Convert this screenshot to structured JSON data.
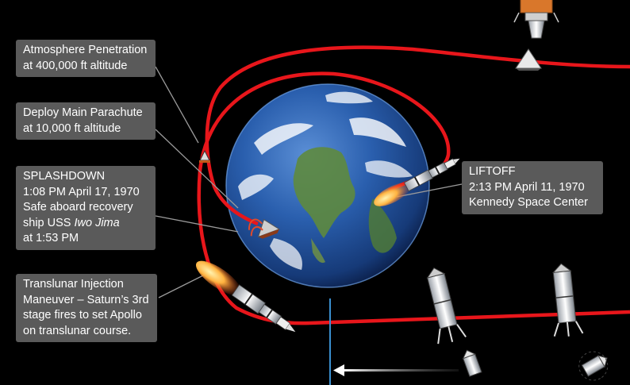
{
  "callouts": {
    "atmosphere": {
      "line1": "Atmosphere Penetration",
      "line2": "at 400,000 ft altitude"
    },
    "parachute": {
      "line1": "Deploy Main Parachute",
      "line2": "at 10,000 ft altitude"
    },
    "splashdown": {
      "line1": "SPLASHDOWN",
      "line2": "1:08 PM April 17, 1970",
      "line3": "Safe aboard recovery",
      "line4_prefix": "ship USS ",
      "line4_ship": "Iwo Jima",
      "line5": "at 1:53 PM"
    },
    "liftoff": {
      "line1": "LIFTOFF",
      "line2": "2:13 PM April 11, 1970",
      "line3": "Kennedy Space Center"
    },
    "translunar": {
      "line1": "Translunar Injection",
      "line2": "Maneuver – Saturn’s 3rd",
      "line3": "stage fires to set Apollo",
      "line4": "on translunar course."
    }
  },
  "colors": {
    "background": "#000000",
    "trajectory": "#e8161b",
    "callout_box": "#5a5a5a",
    "callout_text": "#ffffff",
    "earth_ocean": "#1d4f9a",
    "leader_line": "#9a9a9a",
    "axis_line": "#3a8fd0"
  },
  "icons": [
    "earth-globe",
    "saturn-v-rocket",
    "command-module",
    "s-ivb-stage",
    "lunar-module",
    "parachute-capsule"
  ]
}
